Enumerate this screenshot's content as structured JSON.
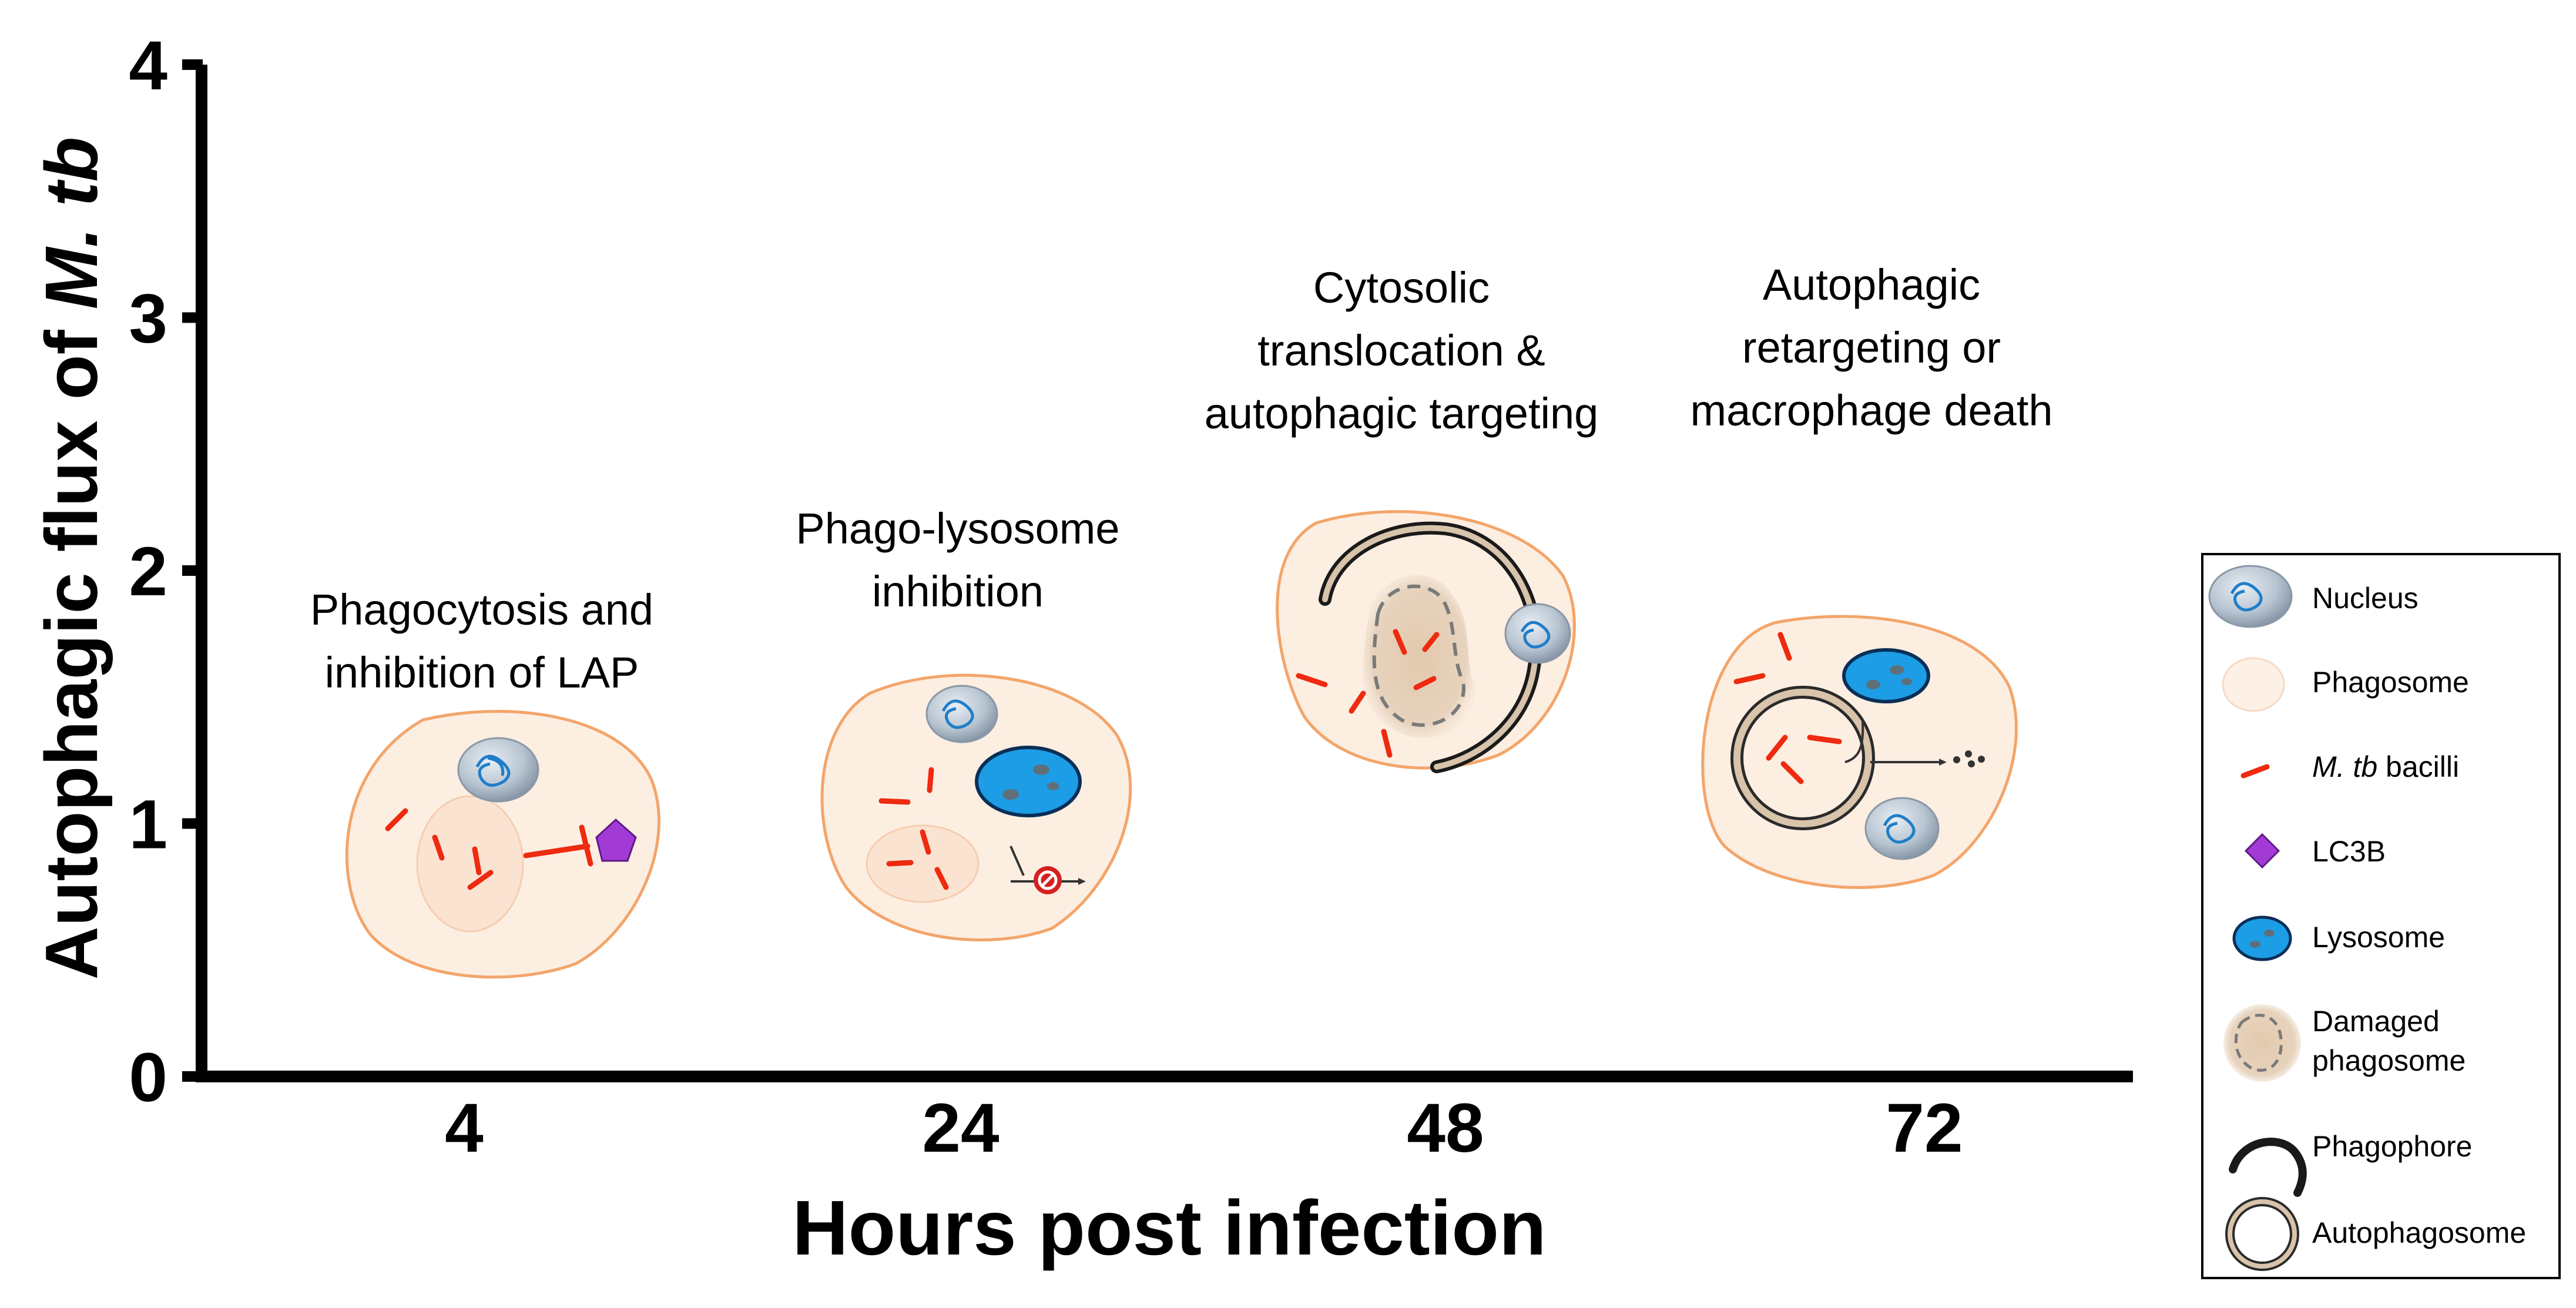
{
  "y_axis": {
    "title_prefix": "Autophagic flux of ",
    "title_italic": "M. tb",
    "ticks": [
      "0",
      "1",
      "2",
      "3",
      "4"
    ]
  },
  "x_axis": {
    "title": "Hours post infection",
    "ticks": [
      "4",
      "24",
      "48",
      "72"
    ]
  },
  "stages": [
    {
      "lines": [
        "Phagocytosis and",
        "inhibition of LAP"
      ]
    },
    {
      "lines": [
        "Phago-lysosome",
        "inhibition"
      ]
    },
    {
      "lines": [
        "Cytosolic",
        "translocation &",
        "autophagic targeting"
      ]
    },
    {
      "lines": [
        "Autophagic",
        "retargeting or",
        "macrophage death"
      ]
    }
  ],
  "legend": {
    "nucleus": "Nucleus",
    "phagosome": "Phagosome",
    "bacilli_italic": "M. tb",
    "bacilli_rest": " bacilli",
    "lc3b": "LC3B",
    "lysosome": "Lysosome",
    "damaged_line1": "Damaged",
    "damaged_line2": "phagosome",
    "phagophore": "Phagophore",
    "autophagosome": "Autophagosome"
  },
  "colors": {
    "cell_fill": "#fdeee2",
    "cell_stroke": "#f3a56a",
    "bacilli": "#ee2a10",
    "lc3b": "#a23ad6",
    "lysosome": "#1c9de6",
    "nucleus": "#b9c6d3",
    "inhibit": "#d42020"
  }
}
